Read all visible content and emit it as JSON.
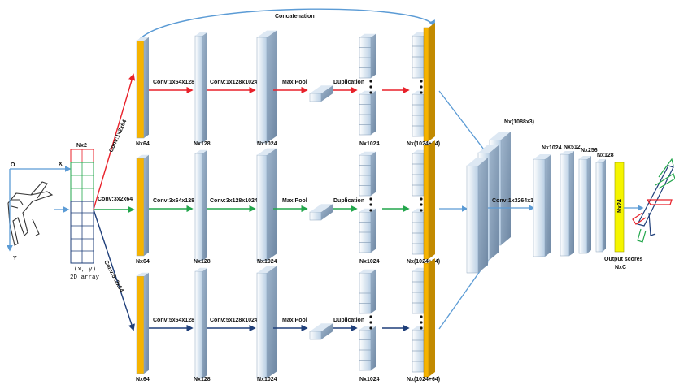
{
  "colors": {
    "red": "#e8212a",
    "green": "#22a64b",
    "navy": "#1f3f7a",
    "blue": "#5b9bd5",
    "orange": "#f5b301",
    "yellow": "#f5f500"
  },
  "icons": {
    "input_airplane": "airplane-sketch-icon",
    "output_airplane": "segmented-airplane-icon"
  },
  "axes": {
    "origin": "O",
    "x": "X",
    "y": "Y"
  },
  "input_array": {
    "top_label": "Nx2",
    "bottom_label": "(x, y)",
    "caption": "2D array"
  },
  "branches": [
    {
      "name": "top",
      "conv_in": "Conv:1x2x64",
      "conv2": "Conv:1x64x128",
      "conv3": "Conv:1x128x1024",
      "pool": "Max Pool",
      "dup": "Duplication",
      "sizes": [
        "Nx64",
        "Nx128",
        "Nx1024",
        "Nx1024",
        "Nx(1024+64)"
      ]
    },
    {
      "name": "middle",
      "conv_in": "Conv:3x2x64",
      "conv2": "Conv:3x64x128",
      "conv3": "Conv:3x128x1024",
      "pool": "Max Pool",
      "dup": "Duplication",
      "sizes": [
        "Nx64",
        "Nx128",
        "Nx1024",
        "Nx1024",
        "Nx(1024+64)"
      ]
    },
    {
      "name": "bottom",
      "conv_in": "Conv:5x2x64",
      "conv2": "Conv:5x64x128",
      "conv3": "Conv:5x128x1024",
      "pool": "Max Pool",
      "dup": "Duplication",
      "sizes": [
        "Nx64",
        "Nx128",
        "Nx1024",
        "Nx1024",
        "Nx(1024+64)"
      ]
    }
  ],
  "concat_label": "Concatenation",
  "merge": {
    "label": "Nx(1088x3)",
    "conv": "Conv:1x3264x1024",
    "layers": [
      "Nx1024",
      "Nx512",
      "Nx256",
      "Nx128",
      "Nx24"
    ]
  },
  "output": {
    "line1": "Output scores",
    "line2": "NxC"
  }
}
